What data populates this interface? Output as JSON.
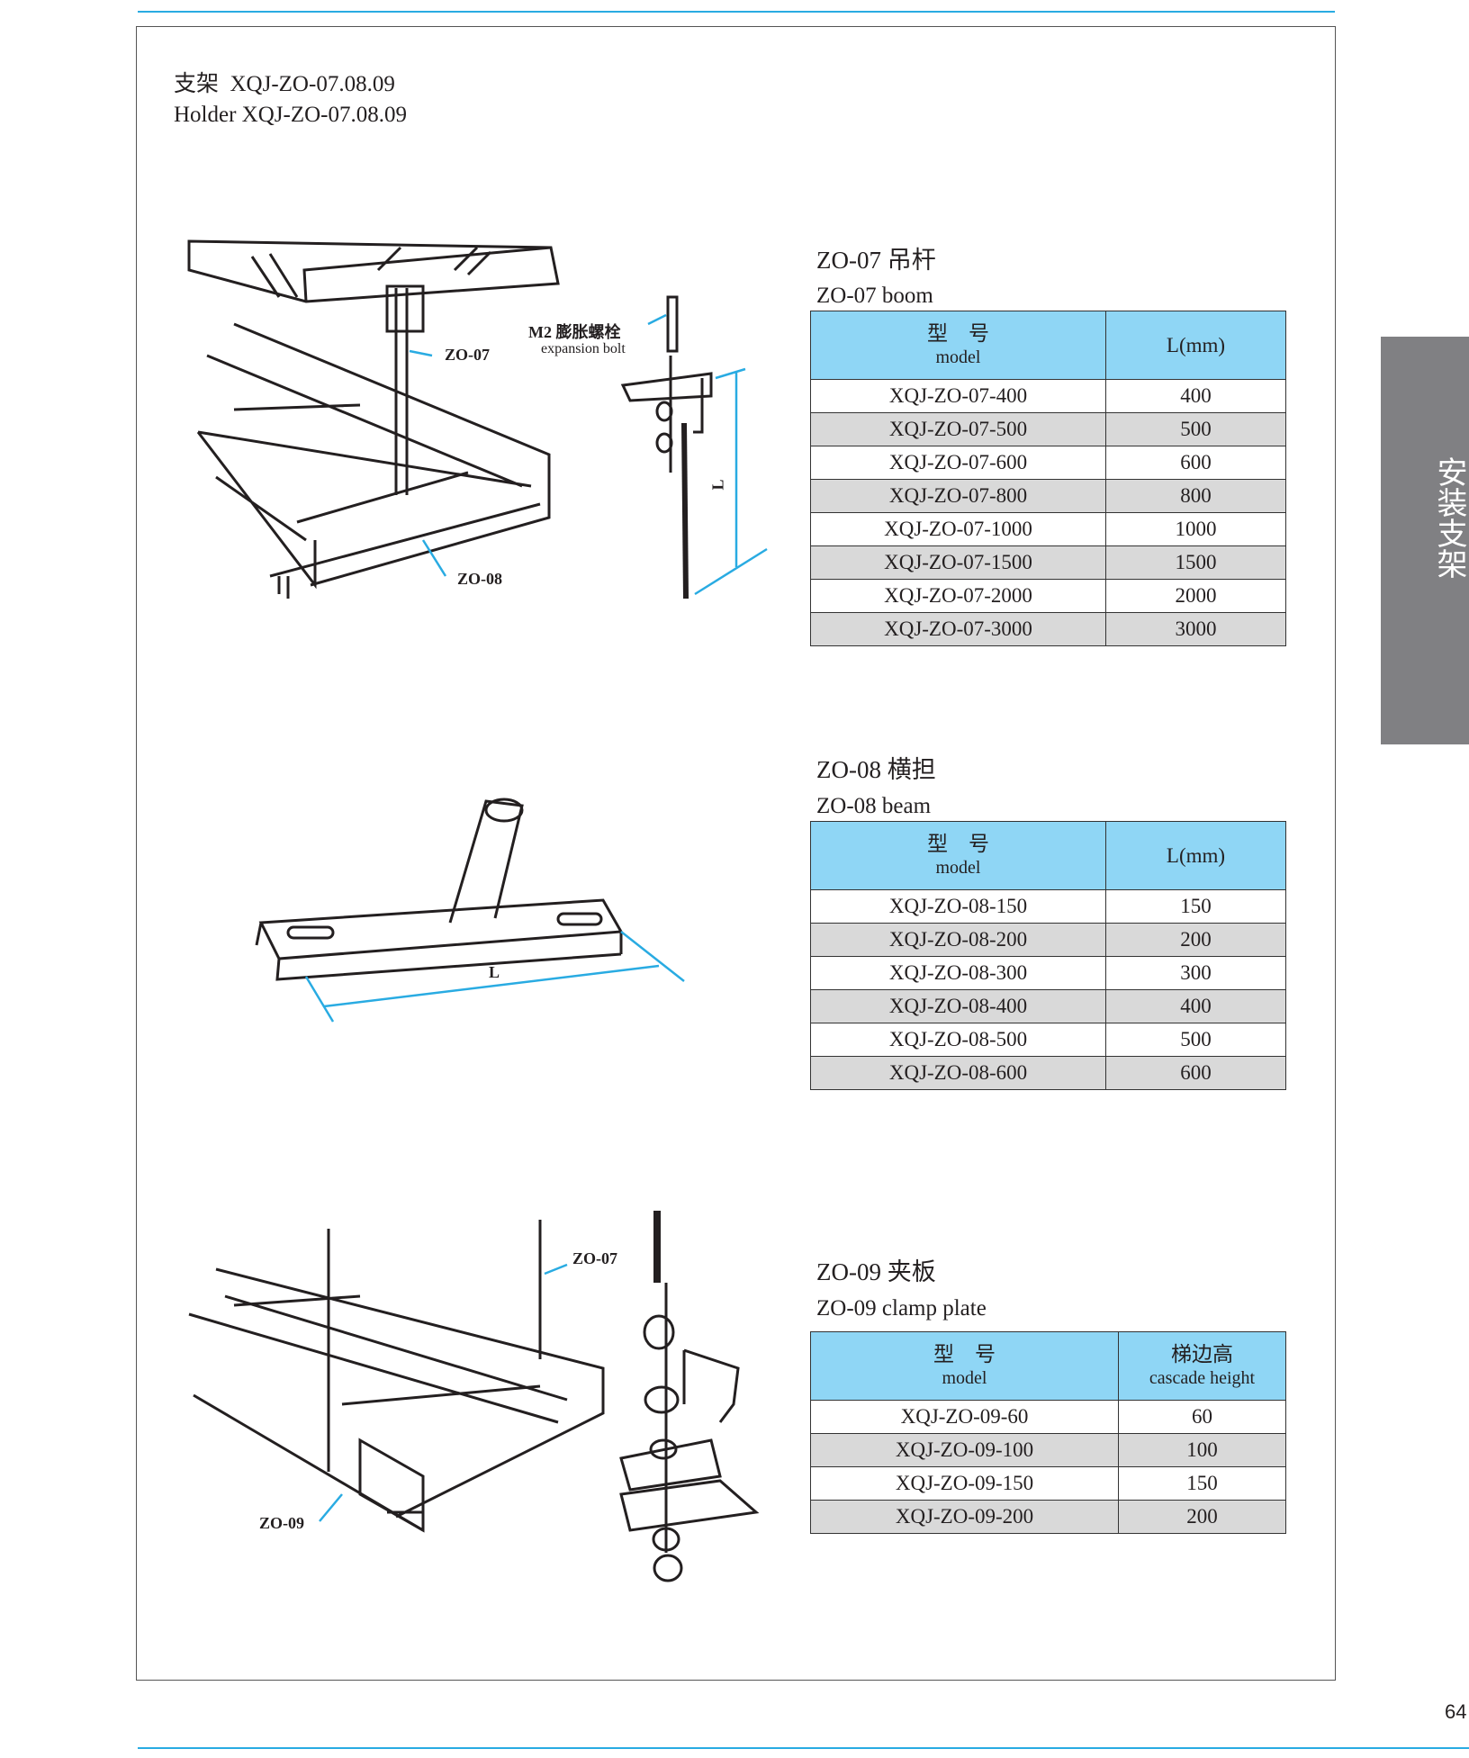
{
  "header": {
    "title_cn": "支架  XQJ-ZO-07.08.09",
    "title_en": "Holder XQJ-ZO-07.08.09"
  },
  "side_tab": "安装支架",
  "page_number": "64",
  "figures": {
    "fig1": {
      "bolt_cn": "M2 膨胀螺栓",
      "bolt_en": "expansion bolt",
      "label_a": "ZO-07",
      "label_b": "ZO-08",
      "dim": "L"
    },
    "fig2": {
      "dim": "L"
    },
    "fig3": {
      "label_a": "ZO-07",
      "label_b": "ZO-09"
    }
  },
  "sections": [
    {
      "title_cn": "ZO-07 吊杆",
      "title_en": "ZO-07 boom",
      "col1_cn": "型　号",
      "col1_en": "model",
      "col2": "L(mm)",
      "rows": [
        [
          "XQJ-ZO-07-400",
          "400"
        ],
        [
          "XQJ-ZO-07-500",
          "500"
        ],
        [
          "XQJ-ZO-07-600",
          "600"
        ],
        [
          "XQJ-ZO-07-800",
          "800"
        ],
        [
          "XQJ-ZO-07-1000",
          "1000"
        ],
        [
          "XQJ-ZO-07-1500",
          "1500"
        ],
        [
          "XQJ-ZO-07-2000",
          "2000"
        ],
        [
          "XQJ-ZO-07-3000",
          "3000"
        ]
      ]
    },
    {
      "title_cn": "ZO-08 横担",
      "title_en": "ZO-08 beam",
      "col1_cn": "型　号",
      "col1_en": "model",
      "col2": "L(mm)",
      "rows": [
        [
          "XQJ-ZO-08-150",
          "150"
        ],
        [
          "XQJ-ZO-08-200",
          "200"
        ],
        [
          "XQJ-ZO-08-300",
          "300"
        ],
        [
          "XQJ-ZO-08-400",
          "400"
        ],
        [
          "XQJ-ZO-08-500",
          "500"
        ],
        [
          "XQJ-ZO-08-600",
          "600"
        ]
      ]
    },
    {
      "title_cn": "ZO-09 夹板",
      "title_en": "ZO-09 clamp plate",
      "col1_cn": "型　号",
      "col1_en": "model",
      "col2_cn": "梯边高",
      "col2_en": "cascade height",
      "rows": [
        [
          "XQJ-ZO-09-60",
          "60"
        ],
        [
          "XQJ-ZO-09-100",
          "100"
        ],
        [
          "XQJ-ZO-09-150",
          "150"
        ],
        [
          "XQJ-ZO-09-200",
          "200"
        ]
      ]
    }
  ]
}
